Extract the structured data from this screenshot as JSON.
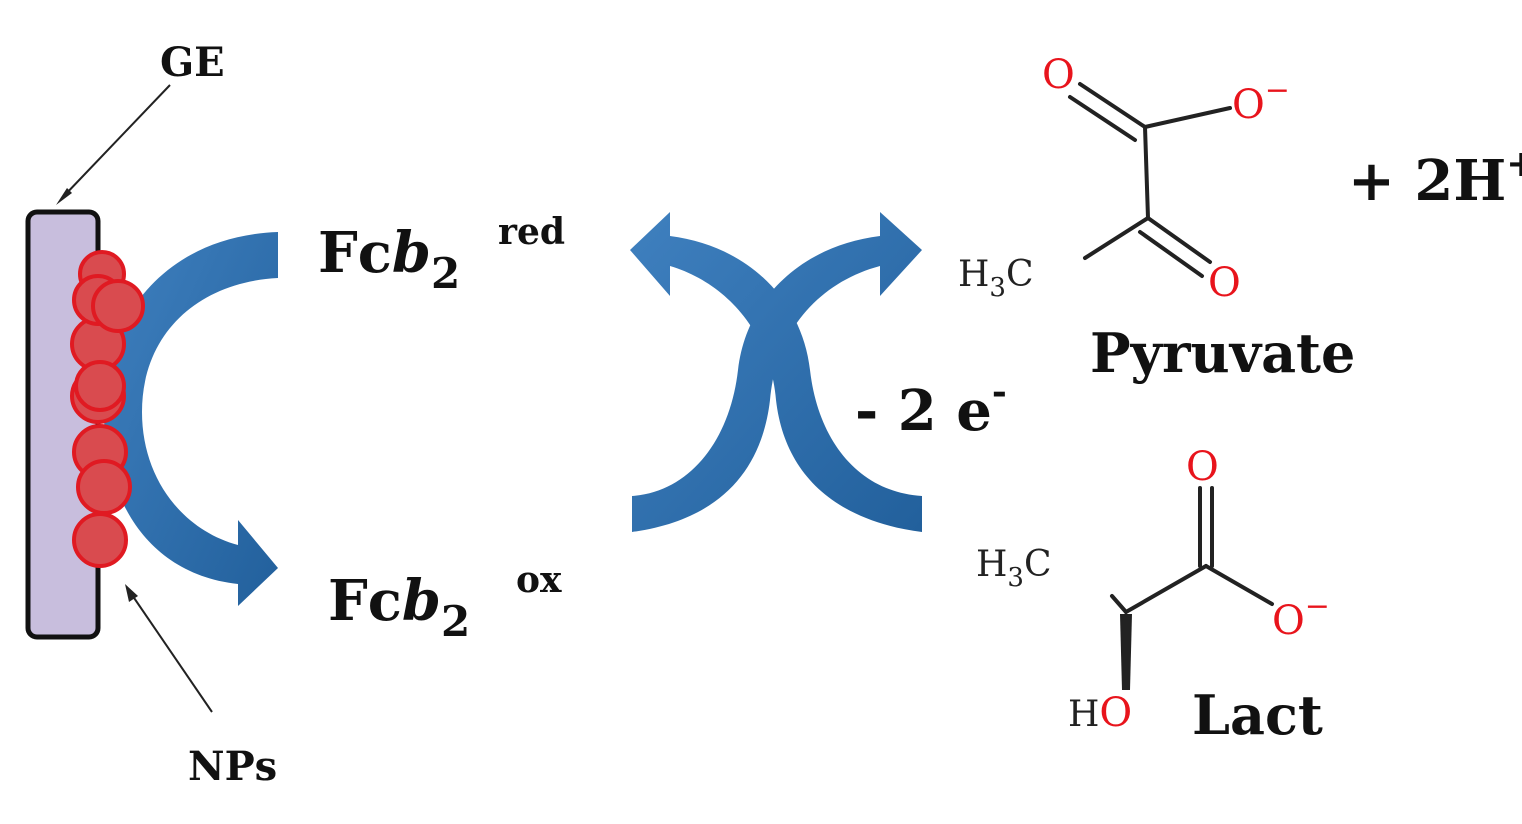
{
  "labels": {
    "electrode": "GE",
    "nanoparticles": "NPs",
    "enzyme_prefix": "Fc",
    "enzyme_italic": "b",
    "enzyme_sub": "2",
    "state_reduced": "red",
    "state_oxidized": "ox",
    "electrons_minus": "- 2 e",
    "electrons_sup": "-",
    "protons_plus": "+ 2H",
    "protons_sup": "+",
    "product_name": "Pyruvate",
    "substrate_name": "Lact"
  },
  "atoms": {
    "oxygen": "O",
    "oxygen_minus": "−",
    "methyl_h": "H",
    "methyl_sub": "3",
    "methyl_c": "C",
    "hydroxyl_h": "H"
  },
  "colors": {
    "arrow_blue": "#2a6aa6",
    "arrow_blue_light": "#4a8cc4",
    "electrode_fill": "#c8bedd",
    "np_fill": "#d94b4f",
    "np_stroke": "#e01a22",
    "oxygen_red": "#e8141c"
  },
  "icons": {
    "electrode": "gold-electrode-rect",
    "nanoparticles": "red-circle-cluster",
    "curved_arrow": "blue-curved-arrow"
  }
}
